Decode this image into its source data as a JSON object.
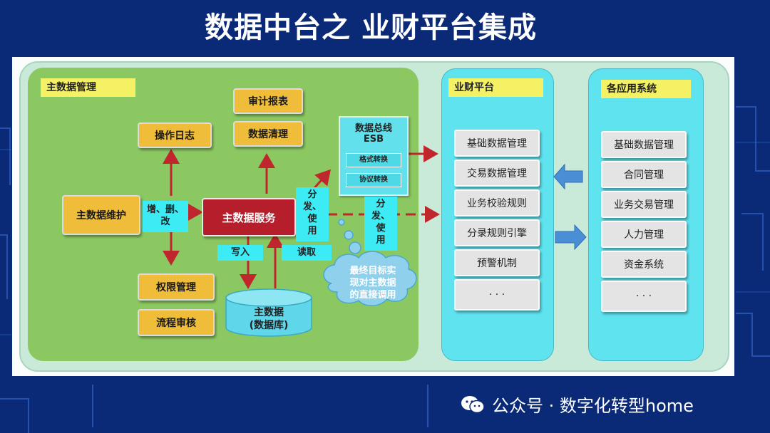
{
  "title": "数据中台之 业财平台集成",
  "sections": {
    "master": "主数据管理",
    "finance": "业财平台",
    "apps": "各应用系统"
  },
  "boxes": {
    "audit_report": "审计报表",
    "data_clean": "数据清理",
    "op_log": "操作日志",
    "maintain": "主数据维护",
    "service": "主数据服务",
    "permission": "权限管理",
    "workflow": "流程审核"
  },
  "esb": {
    "title_line1": "数据总线",
    "title_line2": "ESB",
    "format": "格式转换",
    "protocol": "协议转换"
  },
  "labels": {
    "crud_line1": "增、删、",
    "crud_line2": "改",
    "dist1_line1": "分",
    "dist1_line2": "发、",
    "dist1_line3": "使",
    "dist1_line4": "用",
    "dist2_line1": "分",
    "dist2_line2": "发、",
    "dist2_line3": "使",
    "dist2_line4": "用",
    "write": "写入",
    "read": "读取"
  },
  "db": {
    "line1": "主数据",
    "line2": "(数据库)"
  },
  "cloud": {
    "line1": "最终目标实",
    "line2": "现对主数据",
    "line3": "的直接调用"
  },
  "finance_items": [
    "基础数据管理",
    "交易数据管理",
    "业务校验规则",
    "分录规则引擎",
    "预警机制",
    "· · ·"
  ],
  "app_items": [
    "基础数据管理",
    "合同管理",
    "业务交易管理",
    "人力管理",
    "资金系统",
    "· · ·"
  ],
  "watermark": "公众号 · 数字化转型home",
  "colors": {
    "background": "#0a2a78",
    "green_panel": "#8cc862",
    "cyan_panel": "#5fe3ef",
    "arrow": "#c0272d",
    "yellow_box": "#f0bd3a",
    "service_box": "#b51e2a"
  }
}
